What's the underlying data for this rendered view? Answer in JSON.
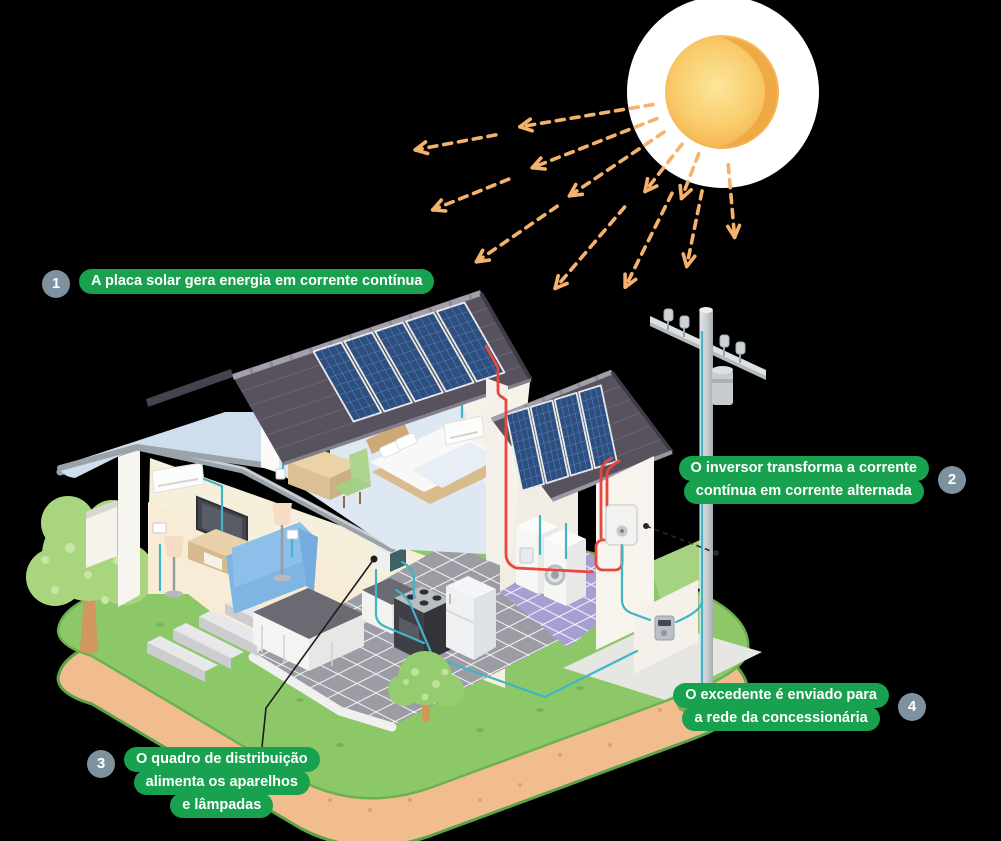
{
  "background": "#000000",
  "palette": {
    "label_green": "#18a14e",
    "badge_slate": "#7d929e",
    "text_white": "#ffffff",
    "ray_orange": "#f5b26d",
    "wire_ac": "#3fb5c5",
    "wire_dc": "#e8473c",
    "roof": "#57525d",
    "panel_blue": "#2c4f80",
    "panel_grid": "#5d80b2",
    "grass": "#8cc868",
    "dirt": "#f2bd8e",
    "sun_halo": "#ffffff"
  },
  "sun": {
    "rays": [
      {
        "angle": 170.5,
        "from": 70,
        "to": 205
      },
      {
        "angle": 169.5,
        "from": 230,
        "to": 312
      },
      {
        "angle": 158.5,
        "from": 70,
        "to": 204
      },
      {
        "angle": 158.0,
        "from": 230,
        "to": 312
      },
      {
        "angle": 146.0,
        "from": 70,
        "to": 184
      },
      {
        "angle": 145.5,
        "from": 200,
        "to": 298
      },
      {
        "angle": 130.5,
        "from": 150,
        "to": 257
      },
      {
        "angle": 128.0,
        "from": 65,
        "to": 125
      },
      {
        "angle": 116.5,
        "from": 112,
        "to": 217
      },
      {
        "angle": 111.0,
        "from": 65,
        "to": 113
      },
      {
        "angle": 101.5,
        "from": 100,
        "to": 177
      },
      {
        "angle": 85.0,
        "from": 72,
        "to": 145
      }
    ]
  },
  "solar": {
    "main_roof_panel_count": 5,
    "wing_roof_panel_count": 4
  },
  "callouts": {
    "c1": {
      "number": "1",
      "lines": [
        "A placa solar gera energia em corrente contínua"
      ]
    },
    "c2": {
      "number": "2",
      "lines": [
        "O inversor transforma a corrente",
        "contínua em corrente alternada"
      ]
    },
    "c3": {
      "number": "3",
      "lines": [
        "O quadro de distribuição",
        "alimenta os aparelhos",
        "e lâmpadas"
      ]
    },
    "c4": {
      "number": "4",
      "lines": [
        "O excedente é enviado para",
        "a rede da concessionária"
      ]
    }
  }
}
